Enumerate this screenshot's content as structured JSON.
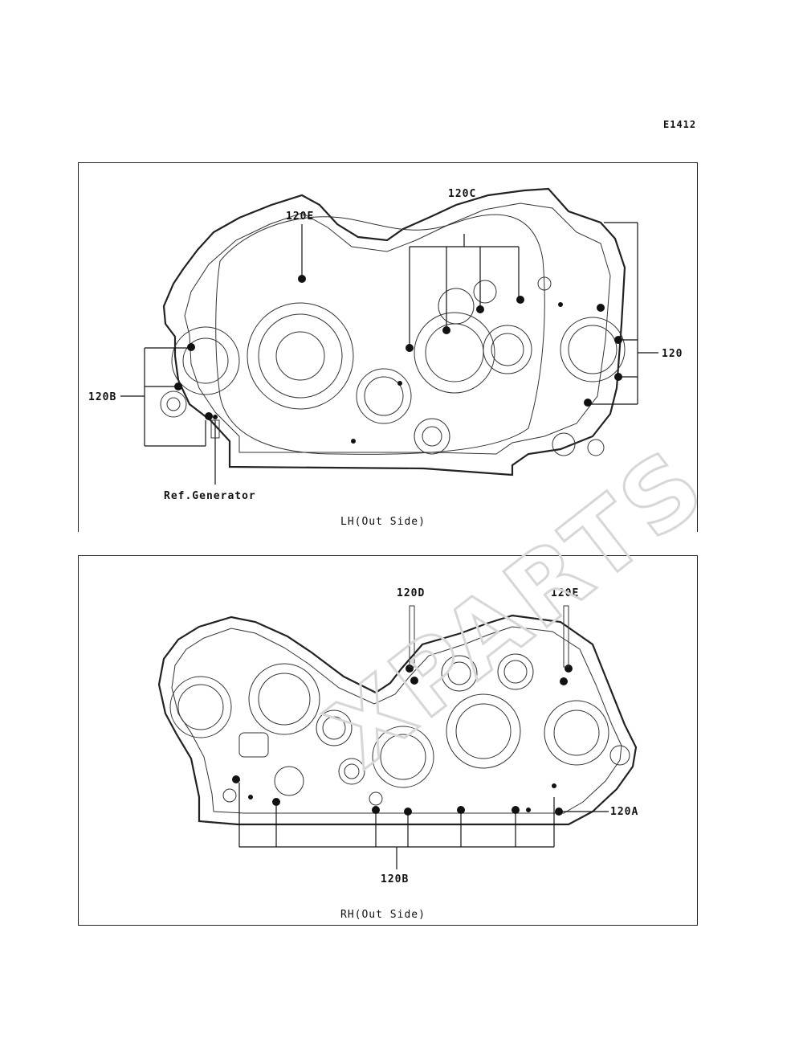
{
  "page_code": "E1412",
  "watermark": "XPARTS",
  "panels": {
    "lh": {
      "caption": "LH(Out Side)",
      "labels": {
        "c120e": "120E",
        "c120c": "120C",
        "c120": "120",
        "c120b": "120B",
        "ref": "Ref.Generator"
      }
    },
    "rh": {
      "caption": "RH(Out Side)",
      "labels": {
        "c120d": "120D",
        "c120e": "120E",
        "c120a": "120A",
        "c120b": "120B"
      }
    }
  }
}
